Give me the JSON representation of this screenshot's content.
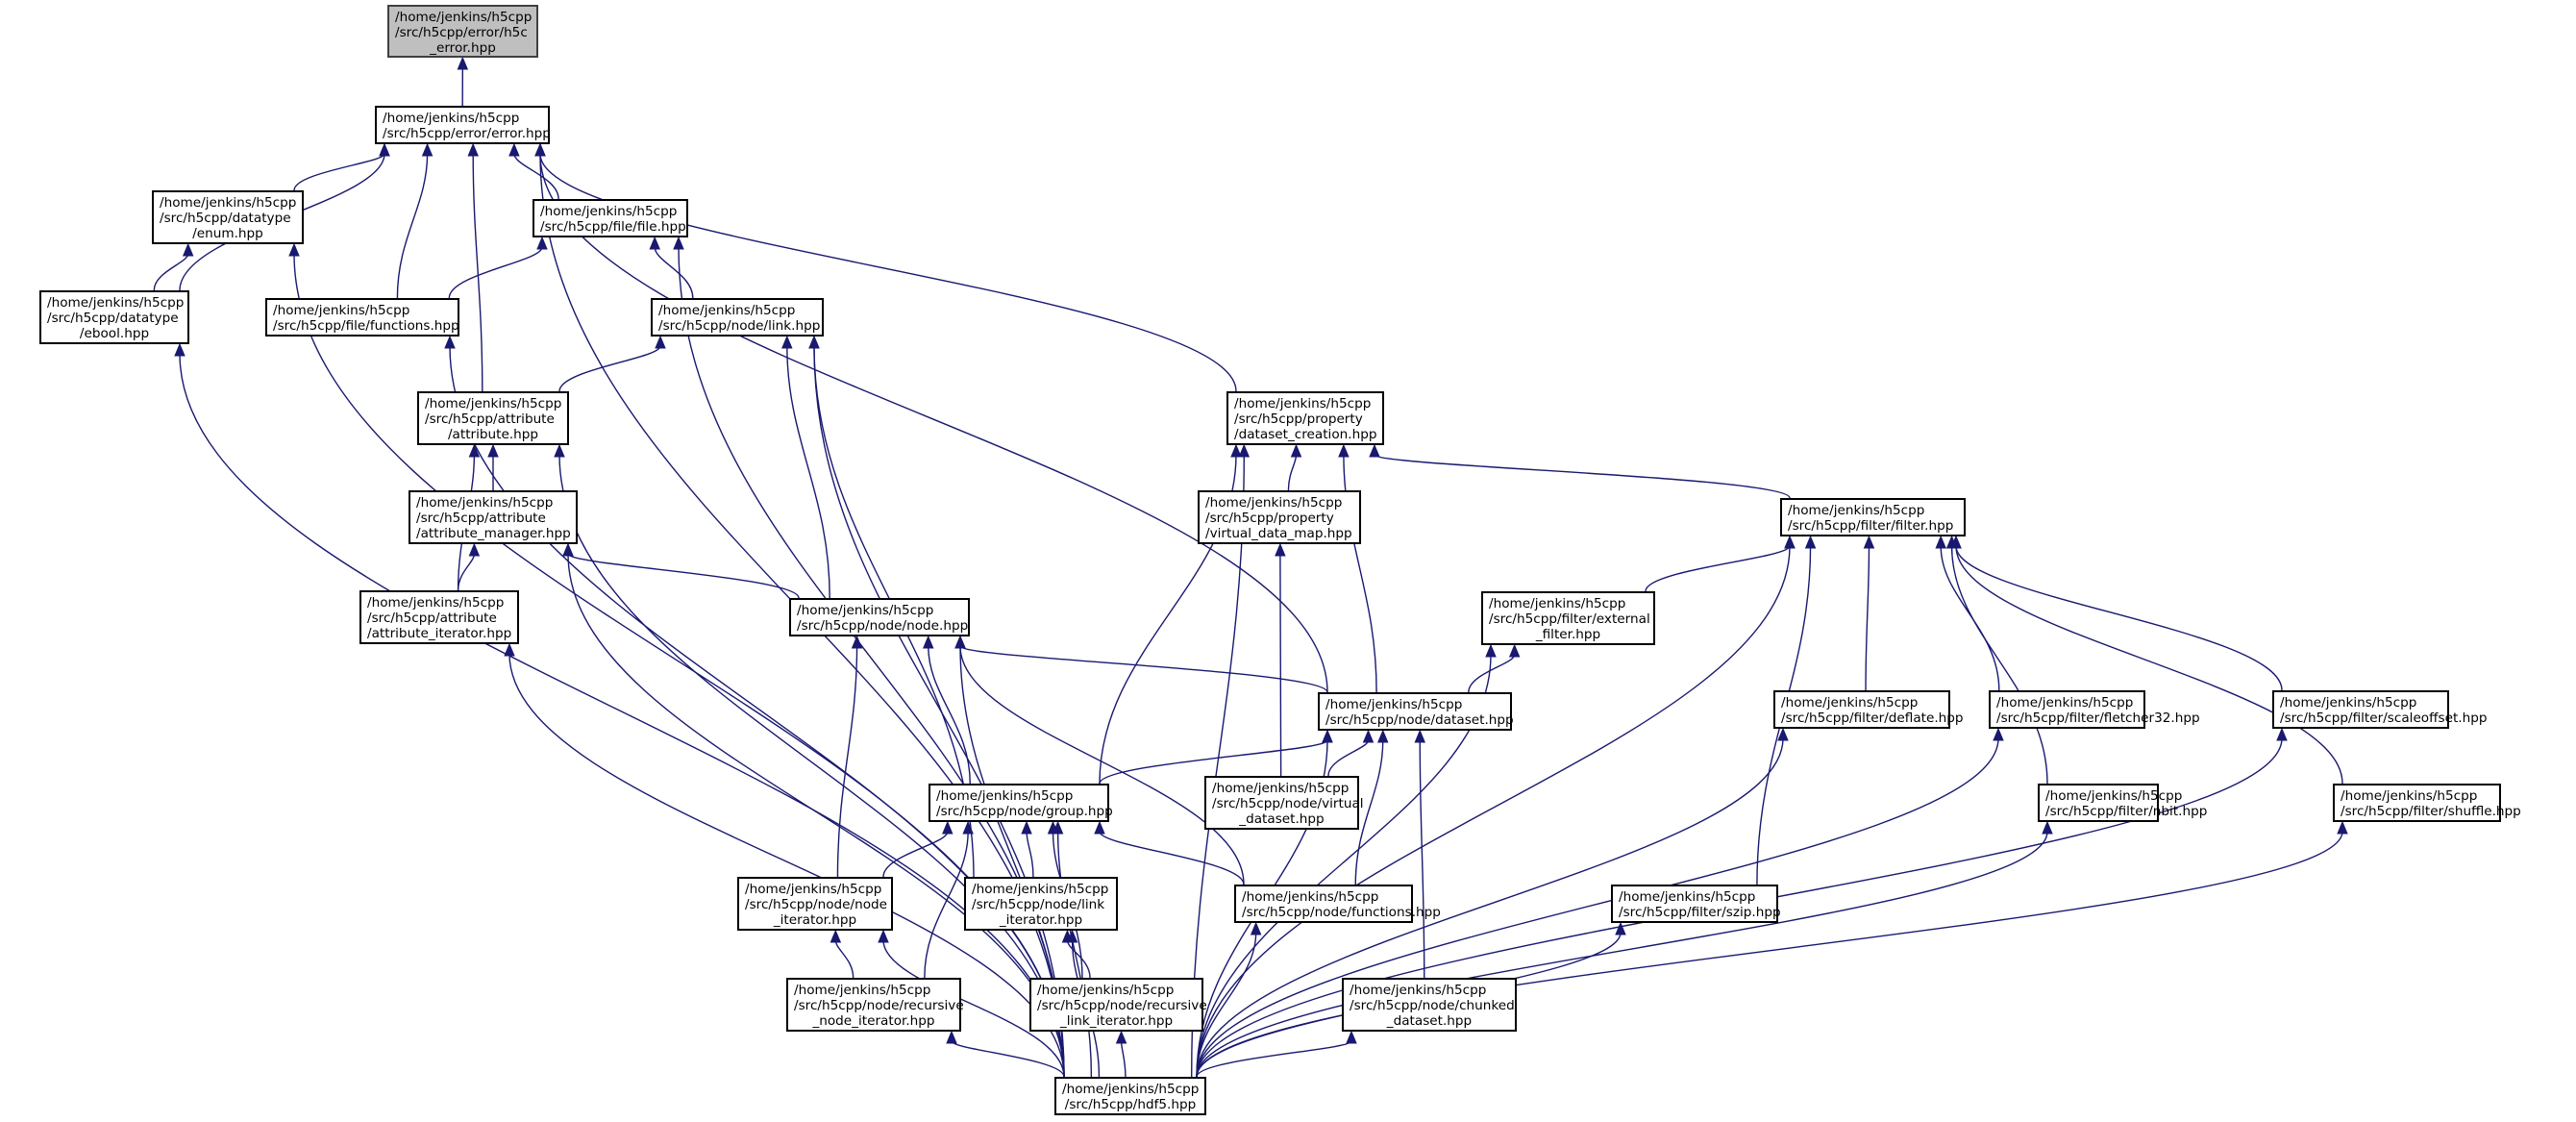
{
  "graph": {
    "title": "Include dependency graph (included-by) for h5c_error.hpp",
    "edge_color": "#191970",
    "root_fill": "#bfbfbf",
    "nodes": [
      {
        "id": "h5c_error",
        "lines": [
          "/home/jenkins/h5cpp",
          "/src/h5cpp/error/h5c",
          "_error.hpp"
        ]
      },
      {
        "id": "error",
        "lines": [
          "/home/jenkins/h5cpp",
          "/src/h5cpp/error/error.hpp"
        ]
      },
      {
        "id": "enum",
        "lines": [
          "/home/jenkins/h5cpp",
          "/src/h5cpp/datatype",
          "/enum.hpp"
        ]
      },
      {
        "id": "file",
        "lines": [
          "/home/jenkins/h5cpp",
          "/src/h5cpp/file/file.hpp"
        ]
      },
      {
        "id": "ebool",
        "lines": [
          "/home/jenkins/h5cpp",
          "/src/h5cpp/datatype",
          "/ebool.hpp"
        ]
      },
      {
        "id": "file_functions",
        "lines": [
          "/home/jenkins/h5cpp",
          "/src/h5cpp/file/functions.hpp"
        ]
      },
      {
        "id": "link",
        "lines": [
          "/home/jenkins/h5cpp",
          "/src/h5cpp/node/link.hpp"
        ]
      },
      {
        "id": "attribute",
        "lines": [
          "/home/jenkins/h5cpp",
          "/src/h5cpp/attribute",
          "/attribute.hpp"
        ]
      },
      {
        "id": "dataset_creation",
        "lines": [
          "/home/jenkins/h5cpp",
          "/src/h5cpp/property",
          "/dataset_creation.hpp"
        ]
      },
      {
        "id": "attribute_manager",
        "lines": [
          "/home/jenkins/h5cpp",
          "/src/h5cpp/attribute",
          "/attribute_manager.hpp"
        ]
      },
      {
        "id": "virtual_data_map",
        "lines": [
          "/home/jenkins/h5cpp",
          "/src/h5cpp/property",
          "/virtual_data_map.hpp"
        ]
      },
      {
        "id": "filter",
        "lines": [
          "/home/jenkins/h5cpp",
          "/src/h5cpp/filter/filter.hpp"
        ]
      },
      {
        "id": "attribute_iterator",
        "lines": [
          "/home/jenkins/h5cpp",
          "/src/h5cpp/attribute",
          "/attribute_iterator.hpp"
        ]
      },
      {
        "id": "node",
        "lines": [
          "/home/jenkins/h5cpp",
          "/src/h5cpp/node/node.hpp"
        ]
      },
      {
        "id": "external_filter",
        "lines": [
          "/home/jenkins/h5cpp",
          "/src/h5cpp/filter/external",
          "_filter.hpp"
        ]
      },
      {
        "id": "dataset",
        "lines": [
          "/home/jenkins/h5cpp",
          "/src/h5cpp/node/dataset.hpp"
        ]
      },
      {
        "id": "deflate",
        "lines": [
          "/home/jenkins/h5cpp",
          "/src/h5cpp/filter/deflate.hpp"
        ]
      },
      {
        "id": "fletcher32",
        "lines": [
          "/home/jenkins/h5cpp",
          "/src/h5cpp/filter/fletcher32.hpp"
        ]
      },
      {
        "id": "scaleoffset",
        "lines": [
          "/home/jenkins/h5cpp",
          "/src/h5cpp/filter/scaleoffset.hpp"
        ]
      },
      {
        "id": "group",
        "lines": [
          "/home/jenkins/h5cpp",
          "/src/h5cpp/node/group.hpp"
        ]
      },
      {
        "id": "virtual_dataset",
        "lines": [
          "/home/jenkins/h5cpp",
          "/src/h5cpp/node/virtual",
          "_dataset.hpp"
        ]
      },
      {
        "id": "nbit",
        "lines": [
          "/home/jenkins/h5cpp",
          "/src/h5cpp/filter/nbit.hpp"
        ]
      },
      {
        "id": "shuffle",
        "lines": [
          "/home/jenkins/h5cpp",
          "/src/h5cpp/filter/shuffle.hpp"
        ]
      },
      {
        "id": "node_iterator",
        "lines": [
          "/home/jenkins/h5cpp",
          "/src/h5cpp/node/node",
          "_iterator.hpp"
        ]
      },
      {
        "id": "link_iterator",
        "lines": [
          "/home/jenkins/h5cpp",
          "/src/h5cpp/node/link",
          "_iterator.hpp"
        ]
      },
      {
        "id": "node_functions",
        "lines": [
          "/home/jenkins/h5cpp",
          "/src/h5cpp/node/functions.hpp"
        ]
      },
      {
        "id": "szip",
        "lines": [
          "/home/jenkins/h5cpp",
          "/src/h5cpp/filter/szip.hpp"
        ]
      },
      {
        "id": "recursive_node_iterator",
        "lines": [
          "/home/jenkins/h5cpp",
          "/src/h5cpp/node/recursive",
          "_node_iterator.hpp"
        ]
      },
      {
        "id": "recursive_link_iterator",
        "lines": [
          "/home/jenkins/h5cpp",
          "/src/h5cpp/node/recursive",
          "_link_iterator.hpp"
        ]
      },
      {
        "id": "chunked_dataset",
        "lines": [
          "/home/jenkins/h5cpp",
          "/src/h5cpp/node/chunked",
          "_dataset.hpp"
        ]
      },
      {
        "id": "hdf5",
        "lines": [
          "/home/jenkins/h5cpp",
          "/src/h5cpp/hdf5.hpp"
        ]
      }
    ],
    "edges": [
      [
        "error",
        "h5c_error"
      ],
      [
        "enum",
        "error"
      ],
      [
        "ebool",
        "error"
      ],
      [
        "ebool",
        "enum"
      ],
      [
        "file",
        "error"
      ],
      [
        "file_functions",
        "error"
      ],
      [
        "file_functions",
        "file"
      ],
      [
        "link",
        "file"
      ],
      [
        "attribute",
        "error"
      ],
      [
        "attribute",
        "link"
      ],
      [
        "dataset_creation",
        "error"
      ],
      [
        "dataset",
        "error"
      ],
      [
        "attribute_manager",
        "attribute"
      ],
      [
        "attribute_iterator",
        "attribute"
      ],
      [
        "attribute_iterator",
        "attribute_manager"
      ],
      [
        "node",
        "link"
      ],
      [
        "node",
        "attribute_manager"
      ],
      [
        "virtual_data_map",
        "dataset_creation"
      ],
      [
        "filter",
        "dataset_creation"
      ],
      [
        "dataset",
        "dataset_creation"
      ],
      [
        "dataset",
        "node"
      ],
      [
        "group",
        "dataset_creation"
      ],
      [
        "external_filter",
        "filter"
      ],
      [
        "deflate",
        "filter"
      ],
      [
        "fletcher32",
        "filter"
      ],
      [
        "scaleoffset",
        "filter"
      ],
      [
        "nbit",
        "filter"
      ],
      [
        "shuffle",
        "filter"
      ],
      [
        "szip",
        "filter"
      ],
      [
        "dataset",
        "external_filter"
      ],
      [
        "group",
        "node"
      ],
      [
        "group",
        "dataset"
      ],
      [
        "virtual_dataset",
        "dataset"
      ],
      [
        "virtual_dataset",
        "virtual_data_map"
      ],
      [
        "node_iterator",
        "node"
      ],
      [
        "node_iterator",
        "group"
      ],
      [
        "link_iterator",
        "link"
      ],
      [
        "link_iterator",
        "group"
      ],
      [
        "node_functions",
        "node"
      ],
      [
        "node_functions",
        "group"
      ],
      [
        "node_functions",
        "dataset"
      ],
      [
        "chunked_dataset",
        "dataset"
      ],
      [
        "recursive_node_iterator",
        "node_iterator"
      ],
      [
        "recursive_node_iterator",
        "group"
      ],
      [
        "recursive_link_iterator",
        "link_iterator"
      ],
      [
        "recursive_link_iterator",
        "group"
      ],
      [
        "hdf5",
        "error"
      ],
      [
        "hdf5",
        "enum"
      ],
      [
        "hdf5",
        "ebool"
      ],
      [
        "hdf5",
        "file"
      ],
      [
        "hdf5",
        "file_functions"
      ],
      [
        "hdf5",
        "link"
      ],
      [
        "hdf5",
        "attribute"
      ],
      [
        "hdf5",
        "attribute_manager"
      ],
      [
        "hdf5",
        "attribute_iterator"
      ],
      [
        "hdf5",
        "dataset_creation"
      ],
      [
        "hdf5",
        "filter"
      ],
      [
        "hdf5",
        "external_filter"
      ],
      [
        "hdf5",
        "node"
      ],
      [
        "hdf5",
        "dataset"
      ],
      [
        "hdf5",
        "deflate"
      ],
      [
        "hdf5",
        "fletcher32"
      ],
      [
        "hdf5",
        "scaleoffset"
      ],
      [
        "hdf5",
        "group"
      ],
      [
        "hdf5",
        "nbit"
      ],
      [
        "hdf5",
        "shuffle"
      ],
      [
        "hdf5",
        "node_iterator"
      ],
      [
        "hdf5",
        "link_iterator"
      ],
      [
        "hdf5",
        "node_functions"
      ],
      [
        "hdf5",
        "szip"
      ],
      [
        "hdf5",
        "recursive_node_iterator"
      ],
      [
        "hdf5",
        "recursive_link_iterator"
      ],
      [
        "hdf5",
        "chunked_dataset"
      ]
    ]
  }
}
